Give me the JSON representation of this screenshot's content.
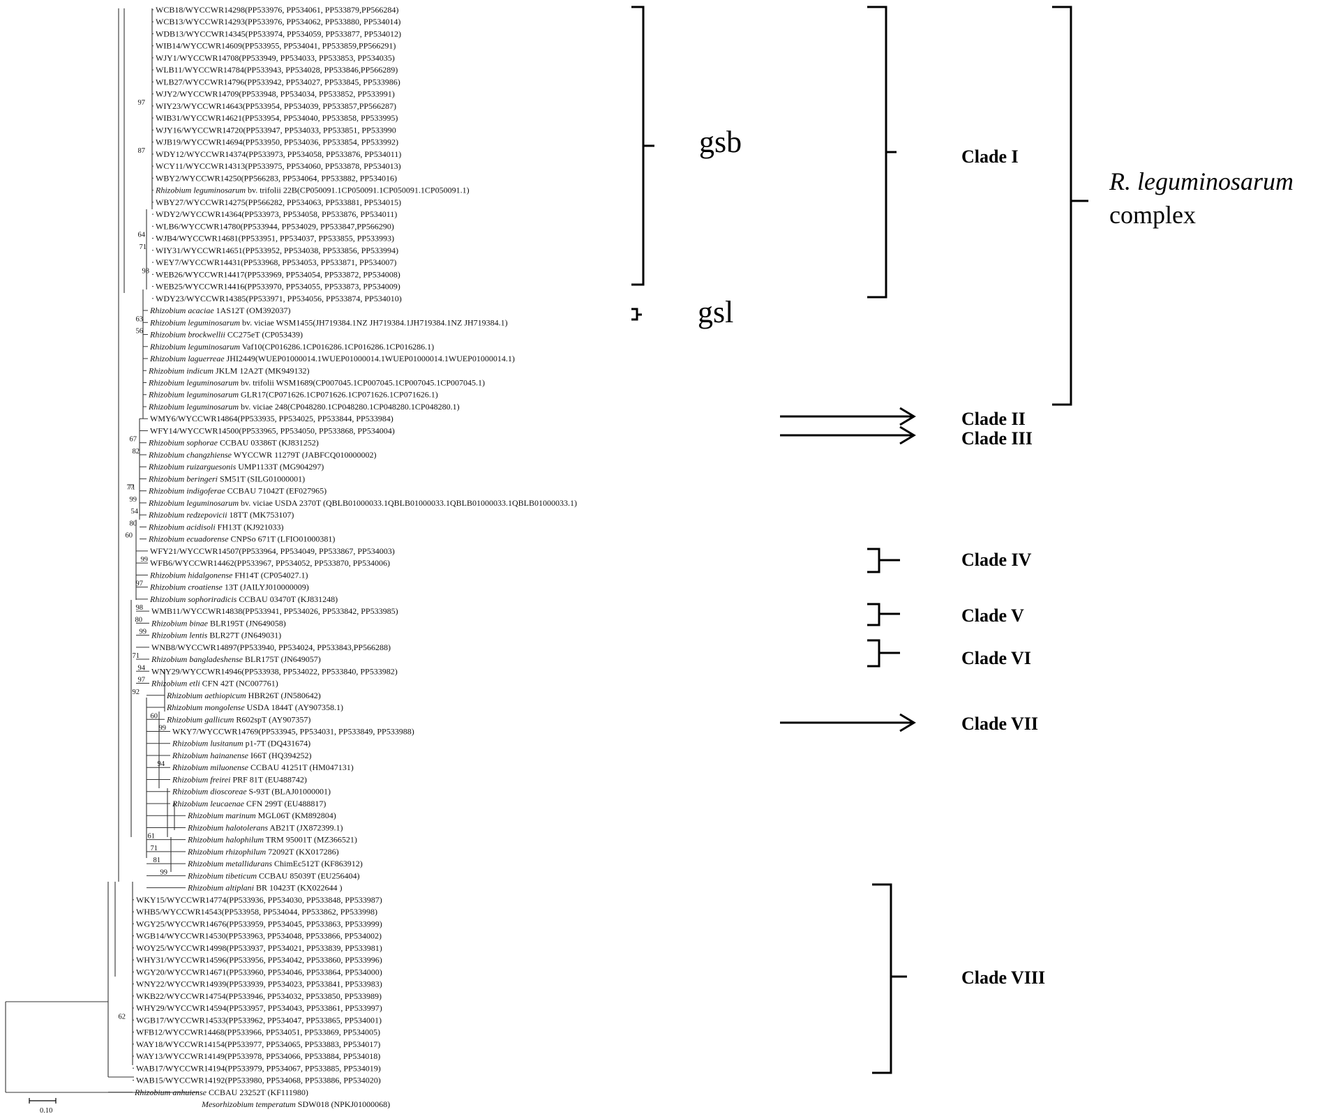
{
  "leaves": [
    "WCB18/WYCCWR14298(PP533976, PP534061, PP533879,PP566284)",
    "WCB13/WYCCWR14293(PP533976, PP534062, PP533880, PP534014)",
    "WDB13/WYCCWR14345(PP533974, PP534059, PP533877, PP534012)",
    "WIB14/WYCCWR14609(PP533955, PP534041, PP533859,PP566291)",
    "WJY1/WYCCWR14708(PP533949, PP534033, PP533853, PP534035)",
    "WLB11/WYCCWR14784(PP533943, PP534028, PP533846,PP566289)",
    "WLB27/WYCCWR14796(PP533942, PP534027, PP533845, PP533986)",
    "WJY2/WYCCWR14709(PP533948, PP534034, PP533852, PP533991)",
    "WIY23/WYCCWR14643(PP533954, PP534039, PP533857,PP566287)",
    "WIB31/WYCCWR14621(PP533954, PP534040, PP533858, PP533995)",
    "WJY16/WYCCWR14720(PP533947, PP534033, PP533851, PP533990",
    "WJB19/WYCCWR14694(PP533950, PP534036, PP533854, PP533992)",
    "WDY12/WYCCWR14374(PP533973, PP534058, PP533876, PP534011)",
    "WCY11/WYCCWR14313(PP533975, PP534060, PP533878, PP534013)",
    "WBY2/WYCCWR14250(PP566283, PP534064, PP533882, PP534016)",
    "Rhizobium leguminosarum bv. trifolii 22B(CP050091.1CP050091.1CP050091.1CP050091.1)",
    "WBY27/WYCCWR14275(PP566282, PP534063, PP533881, PP534015)",
    "WDY2/WYCCWR14364(PP533973, PP534058, PP533876, PP534011)",
    "WLB6/WYCCWR14780(PP533944, PP534029, PP533847,PP566290)",
    "WJB4/WYCCWR14681(PP533951, PP534037, PP533855, PP533993)",
    "WIY31/WYCCWR14651(PP533952, PP534038, PP533856, PP533994)",
    "WEY7/WYCCWR14431(PP533968, PP534053, PP533871, PP534007)",
    "WEB26/WYCCWR14417(PP533969, PP534054, PP533872, PP534008)",
    "WEB25/WYCCWR14416(PP533970, PP534055, PP533873, PP534009)",
    "WDY23/WYCCWR14385(PP533971, PP534056, PP533874, PP534010)",
    "Rhizobium acaciae 1AS12T (OM392037)",
    "Rhizobium leguminosarum bv. viciae WSM1455(JH719384.1NZ JH719384.1JH719384.1NZ JH719384.1)",
    "Rhizobium brockwellii CC275eT (CP053439)",
    "Rhizobium leguminosarum Vaf10(CP016286.1CP016286.1CP016286.1CP016286.1)",
    "Rhizobium laguerreae JHI2449(WUEP01000014.1WUEP01000014.1WUEP01000014.1WUEP01000014.1)",
    "Rhizobium indicum JKLM 12A2T (MK949132)",
    "Rhizobium leguminosarum bv. trifolii WSM1689(CP007045.1CP007045.1CP007045.1CP007045.1)",
    "Rhizobium leguminosarum GLR17(CP071626.1CP071626.1CP071626.1CP071626.1)",
    "Rhizobium leguminosarum bv. viciae 248(CP048280.1CP048280.1CP048280.1CP048280.1)",
    "WMY6/WYCCWR14864(PP533935, PP534025, PP533844, PP533984)",
    "WFY14/WYCCWR14500(PP533965, PP534050, PP533868, PP534004)",
    "Rhizobium sophorae CCBAU 03386T (KJ831252)",
    "Rhizobium changzhiense WYCCWR 11279T (JABFCQ010000002)",
    "Rhizobium ruizarguesonis UMP1133T (MG904297)",
    "Rhizobium beringeri SM51T (SILG01000001)",
    "Rhizobium indigoferae CCBAU 71042T (EF027965)",
    "Rhizobium leguminosarum bv. viciae USDA 2370T (QBLB01000033.1QBLB01000033.1QBLB01000033.1QBLB01000033.1)",
    "Rhizobium redzepovicii 18TT (MK753107)",
    "Rhizobium acidisoli FH13T (KJ921033)",
    "Rhizobium ecuadorense CNPSo 671T (LFIO01000381)",
    "WFY21/WYCCWR14507(PP533964, PP534049, PP533867, PP534003)",
    "WFB6/WYCCWR14462(PP533967, PP534052, PP533870, PP534006)",
    "Rhizobium hidalgonense FH14T (CP054027.1)",
    "Rhizobium croatiense 13T (JAILYJ010000009)",
    "Rhizobium sophoriradicis CCBAU 03470T (KJ831248)",
    "WMB11/WYCCWR14838(PP533941, PP534026, PP533842, PP533985)",
    "Rhizobium binae BLR195T (JN649058)",
    "Rhizobium lentis BLR27T (JN649031)",
    "WNB8/WYCCWR14897(PP533940, PP534024, PP533843,PP566288)",
    "Rhizobium bangladeshense BLR175T (JN649057)",
    "WNY29/WYCCWR14946(PP533938, PP534022, PP533840, PP533982)",
    "Rhizobium etli CFN 42T (NC007761)",
    "Rhizobium aethiopicum HBR26T (JN580642)",
    "Rhizobium mongolense USDA 1844T (AY907358.1)",
    "Rhizobium gallicum R602spT (AY907357)",
    "WKY7/WYCCWR14769(PP533945, PP534031, PP533849, PP533988)",
    "Rhizobium lusitanum p1-7T (DQ431674)",
    "Rhizobium hainanense I66T (HQ394252)",
    "Rhizobium miluonense CCBAU 41251T (HM047131)",
    "Rhizobium freirei PRF 81T (EU488742)",
    "Rhizobium dioscoreae S-93T (BLAJ01000001)",
    "Rhizobium leucaenae CFN 299T (EU488817)",
    "Rhizobium marinum MGL06T (KM892804)",
    "Rhizobium halotolerans AB21T (JX872399.1)",
    "Rhizobium halophilum TRM 95001T (MZ366521)",
    "Rhizobium rhizophilum 72092T (KX017286)",
    "Rhizobium metallidurans ChimEc512T (KF863912)",
    "Rhizobium tibeticum CCBAU 85039T (EU256404)",
    "Rhizobium altiplani BR 10423T (KX022644 )",
    "WKY15/WYCCWR14774(PP533936, PP534030, PP533848, PP533987)",
    "WHB5/WYCCWR14543(PP533958, PP534044, PP533862, PP533998)",
    "WGY25/WYCCWR14676(PP533959, PP534045, PP533863, PP533999)",
    "WGB14/WYCCWR14530(PP533963, PP534048, PP533866, PP534002)",
    "WOY25/WYCCWR14998(PP533937, PP534021, PP533839, PP533981)",
    "WHY31/WYCCWR14596(PP533956, PP534042, PP533860, PP533996)",
    "WGY20/WYCCWR14671(PP533960, PP534046, PP533864, PP534000)",
    "WNY22/WYCCWR14939(PP533939, PP534023, PP533841, PP533983)",
    "WKB22/WYCCWR14754(PP533946, PP534032, PP533850, PP533989)",
    "WHY29/WYCCWR14594(PP533957, PP534043, PP533861, PP533997)",
    "WGB17/WYCCWR14533(PP533962, PP534047, PP533865, PP534001)",
    "WFB12/WYCCWR14468(PP533966, PP534051, PP533869, PP534005)",
    "WAY18/WYCCWR14154(PP533977, PP534065, PP533883, PP534017)",
    "WAY13/WYCCWR14149(PP533978, PP534066, PP533884, PP534018)",
    "WAB17/WYCCWR14194(PP533979, PP534067, PP533885, PP534019)",
    "WAB15/WYCCWR14192(PP533980, PP534068, PP533886, PP534020)",
    "Rhizobium anhuiense CCBAU 23252T (KF111980)",
    "Mesorhizobium temperatum SDW018 (NPKJ01000068)"
  ],
  "bootstraps": [
    "97",
    "87",
    "64",
    "71",
    "98",
    "63",
    "56",
    "67",
    "82",
    "77",
    "71",
    "99",
    "54",
    "80",
    "60",
    "99",
    "97",
    "98",
    "80",
    "99",
    "71",
    "94",
    "97",
    "92",
    "60",
    "99",
    "94",
    "61",
    "71",
    "81",
    "99",
    "62"
  ],
  "scale_label": "0.10",
  "groups": {
    "gsb": "gsb",
    "gsl": "gsl"
  },
  "complex": {
    "line1": "R. leguminosarum",
    "line2": "complex"
  },
  "clades": [
    "Clade I",
    "Clade II",
    "Clade III",
    "Clade IV",
    "Clade V",
    "Clade VI",
    "Clade VII",
    "Clade VIII"
  ]
}
